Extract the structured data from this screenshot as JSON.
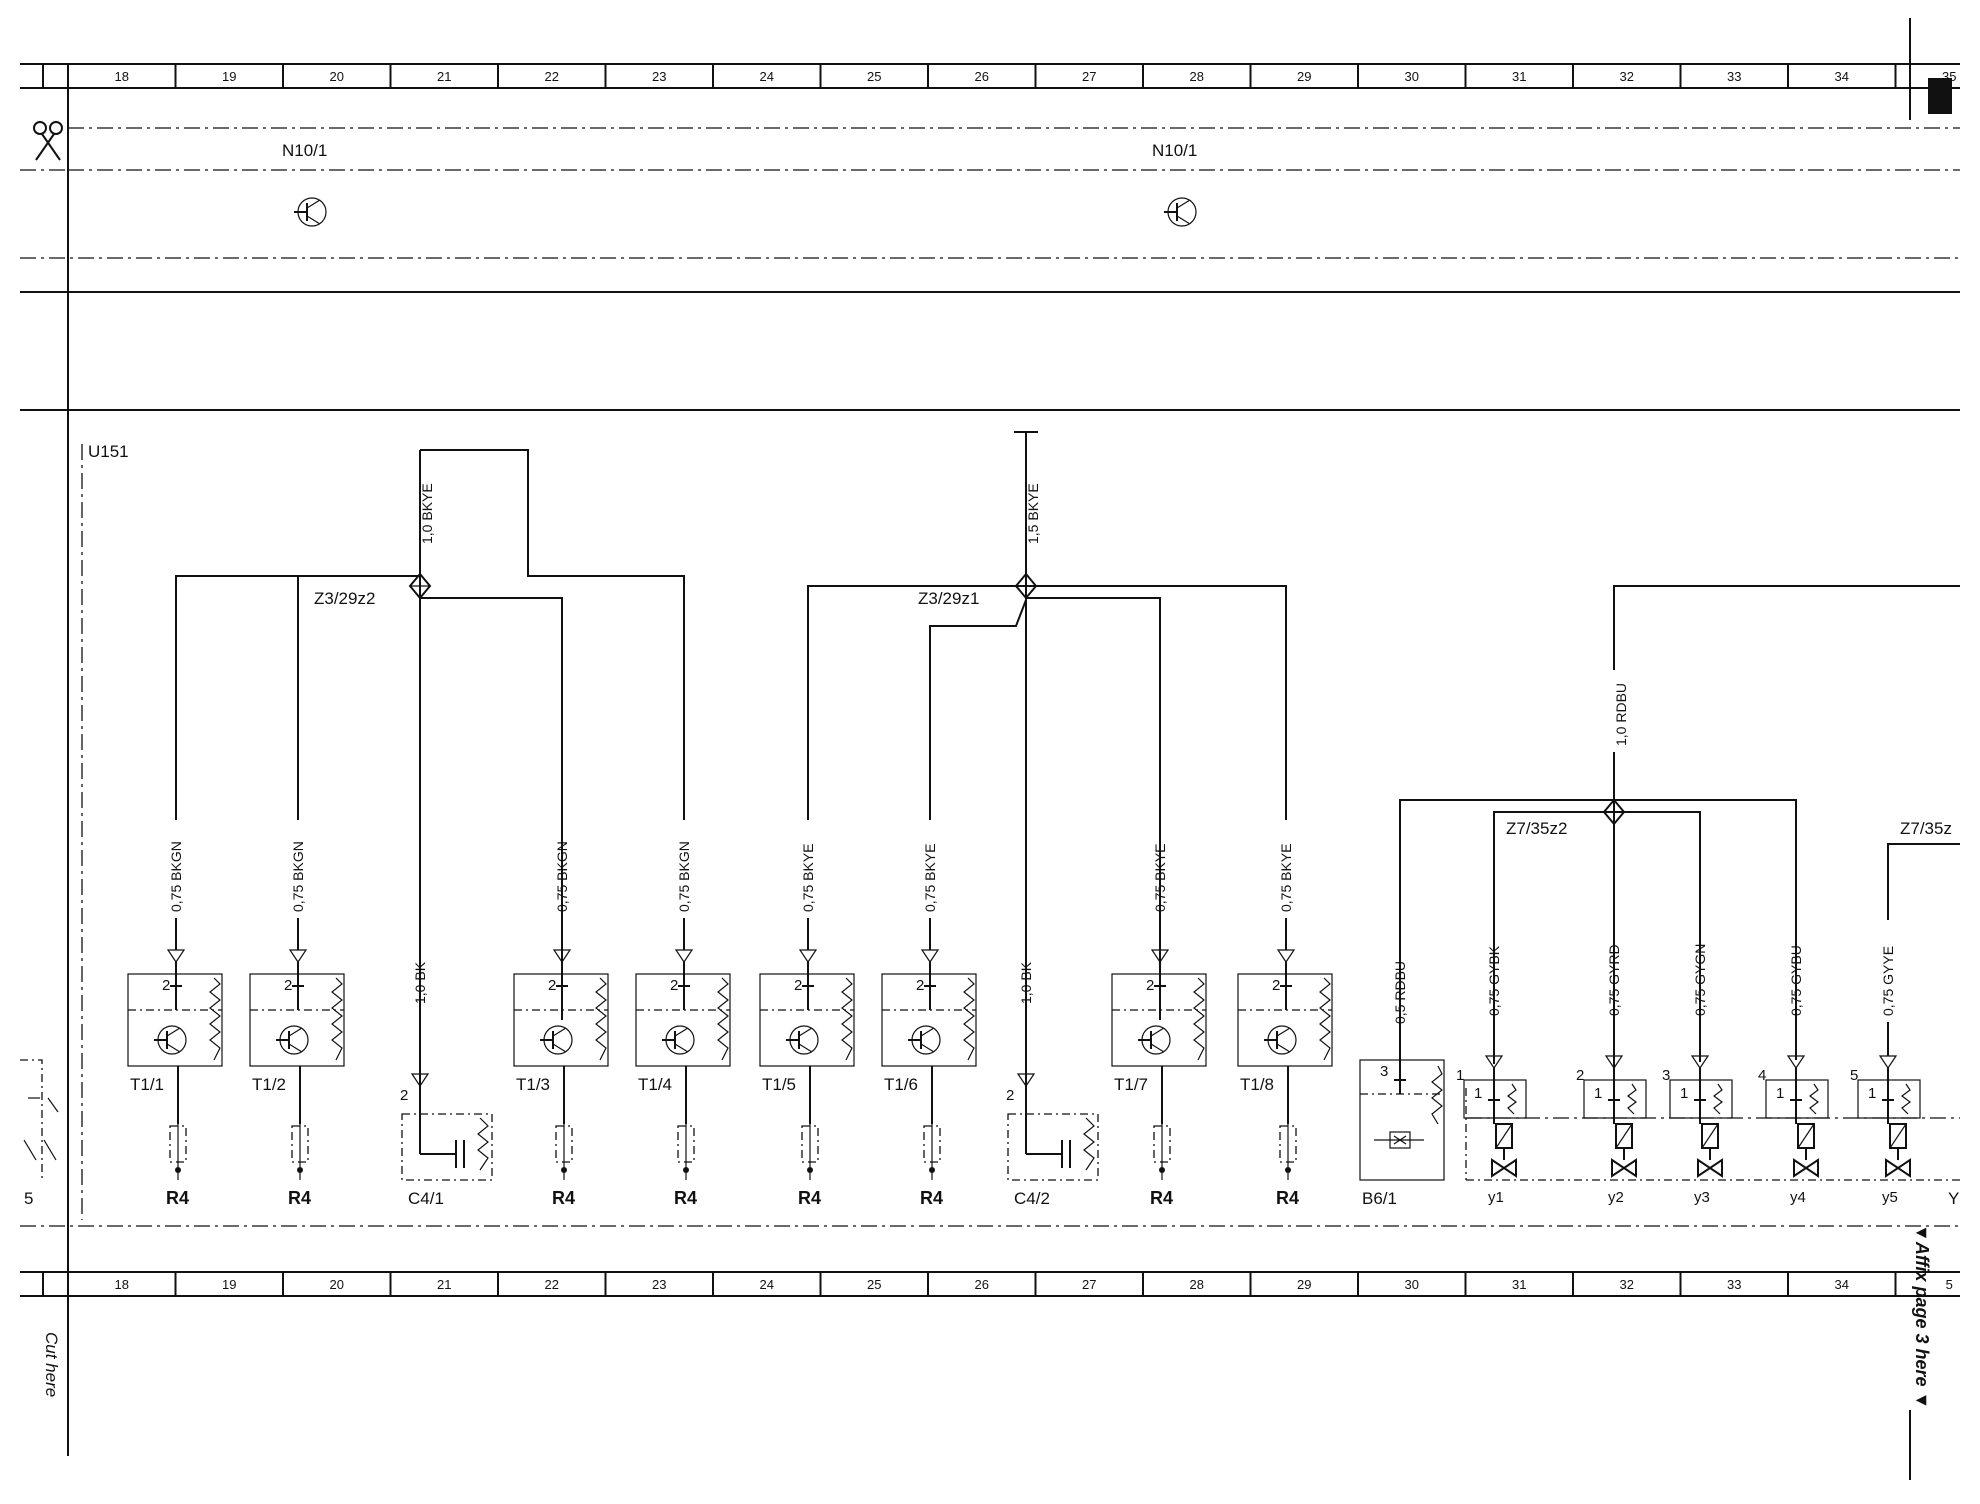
{
  "grid_columns": [
    "18",
    "19",
    "20",
    "21",
    "22",
    "23",
    "24",
    "25",
    "26",
    "27",
    "28",
    "29",
    "30",
    "31",
    "32",
    "33",
    "34",
    "35"
  ],
  "bottom_grid_last": "5",
  "top_modules": [
    {
      "label": "N10/1"
    },
    {
      "label": "N10/1"
    }
  ],
  "unit_label": "U151",
  "splices": [
    {
      "label": "Z3/29z2",
      "wire": "1,0 BKYE"
    },
    {
      "label": "Z3/29z1",
      "wire": "1,5 BKYE"
    },
    {
      "label": "Z7/35z2",
      "wire": "1,0 RDBU"
    },
    {
      "label": "Z7/35z"
    }
  ],
  "components": [
    {
      "name": "T1/1",
      "wire": "0,75 BKGN",
      "pin": "2",
      "bottom": "R4"
    },
    {
      "name": "T1/2",
      "wire": "0,75 BKGN",
      "pin": "2",
      "bottom": "R4"
    },
    {
      "name": "C4/1",
      "wire": "1,0 BK",
      "pin": "2"
    },
    {
      "name": "T1/3",
      "wire": "0,75 BKGN",
      "pin": "2",
      "bottom": "R4"
    },
    {
      "name": "T1/4",
      "wire": "0,75 BKGN",
      "pin": "2",
      "bottom": "R4"
    },
    {
      "name": "T1/5",
      "wire": "0,75 BKYE",
      "pin": "2",
      "bottom": "R4"
    },
    {
      "name": "T1/6",
      "wire": "0,75 BKYE",
      "pin": "2",
      "bottom": "R4"
    },
    {
      "name": "C4/2",
      "wire": "1,0 BK",
      "pin": "2"
    },
    {
      "name": "T1/7",
      "wire": "0,75 BKYE",
      "pin": "2",
      "bottom": "R4"
    },
    {
      "name": "T1/8",
      "wire": "0,75 BKYE",
      "pin": "2",
      "bottom": "R4"
    },
    {
      "name": "B6/1",
      "wire": "0,5 RDBU",
      "pin": "3"
    }
  ],
  "valves": [
    {
      "name": "y1",
      "wire": "0,75 GYBK",
      "outer_pin": "1",
      "inner_pin": "1"
    },
    {
      "name": "y2",
      "wire": "0,75 GYRD",
      "outer_pin": "2",
      "inner_pin": "1"
    },
    {
      "name": "y3",
      "wire": "0,75 GYGN",
      "outer_pin": "3",
      "inner_pin": "1"
    },
    {
      "name": "y4",
      "wire": "0,75 GYBU",
      "outer_pin": "4",
      "inner_pin": "1"
    },
    {
      "name": "y5",
      "wire": "0,75 GYYE",
      "outer_pin": "5",
      "inner_pin": "1"
    }
  ],
  "valve_block_label": "Y",
  "left_pin_label": "5",
  "annotations": {
    "cut_here": "Cut here",
    "affix": "▼Affix page 3 here ▼"
  },
  "icons": [
    "scissors-icon",
    "transistor-icon",
    "connector-arrow-icon",
    "resistor-icon",
    "capacitor-icon",
    "sensor-icon",
    "solenoid-valve-icon"
  ]
}
